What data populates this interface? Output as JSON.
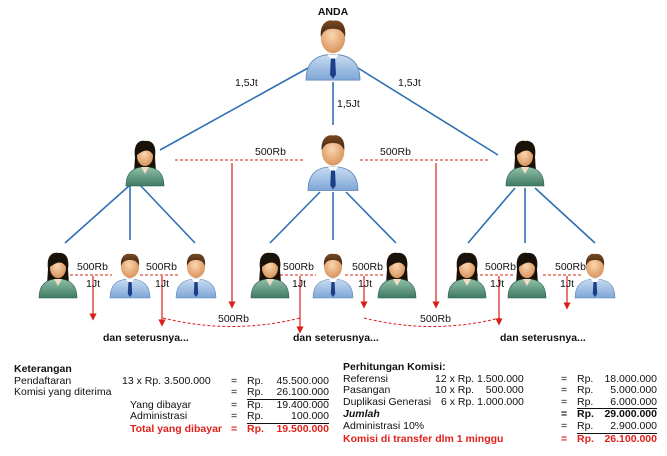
{
  "top_label": "ANDA",
  "edge_labels": {
    "top_left": "1,5Jt",
    "top_center": "1,5Jt",
    "top_right": "1,5Jt",
    "pair_left": "500Rb",
    "pair_right": "500Rb",
    "g1_pair": "500Rb",
    "g1_left": "1Jt",
    "g1_right": "1Jt",
    "g2_pair": "500Rb",
    "g2_left": "1Jt",
    "g2_right": "1Jt",
    "g3_pair": "500Rb",
    "g3_left": "1Jt",
    "g3_right": "1Jt",
    "bridge_left": "500Rb",
    "bridge_right": "500Rb"
  },
  "continue_text": "dan seterusnya...",
  "keterangan": {
    "title": "Keterangan",
    "pendaftaran_label": "Pendaftaran",
    "pendaftaran_calc": "13 x Rp. 3.500.000",
    "komisi_label": "Komisi yang diterima",
    "dibayar_label": "Yang dibayar",
    "admin_label": "Administrasi",
    "total_label": "Total yang dibayar",
    "eq": "=",
    "rp": "Rp.",
    "pendaftaran_value": "45.500.000",
    "komisi_value": "26.100.000",
    "dibayar_value": "19.400.000",
    "admin_value": "100.000",
    "total_value": "19.500.000"
  },
  "perhitungan": {
    "title": "Perhitungan Komisi:",
    "referensi_label": "Referensi",
    "referensi_calc": "12 x Rp. 1.500.000",
    "pasangan_label": "Pasangan",
    "pasangan_calc": "10 x Rp.    500.000",
    "duplikasi_label": "Duplikasi Generasi",
    "duplikasi_calc": "6 x Rp. 1.000.000",
    "jumlah_label": "Jumlah",
    "admin_label": "Administrasi 10%",
    "transfer_label": "Komisi di transfer dlm 1 minggu",
    "eq": "=",
    "rp": "Rp.",
    "referensi_value": "18.000.000",
    "pasangan_value": "5.000.000",
    "duplikasi_value": "6.000.000",
    "jumlah_value": "29.000.000",
    "admin_value": "2.900.000",
    "transfer_value": "26.100.000"
  },
  "colors": {
    "blue_line": "#2f6fb4",
    "red_line": "#d8201a",
    "red_text": "#e0211b"
  },
  "icons": [
    "man-icon",
    "woman-icon"
  ]
}
